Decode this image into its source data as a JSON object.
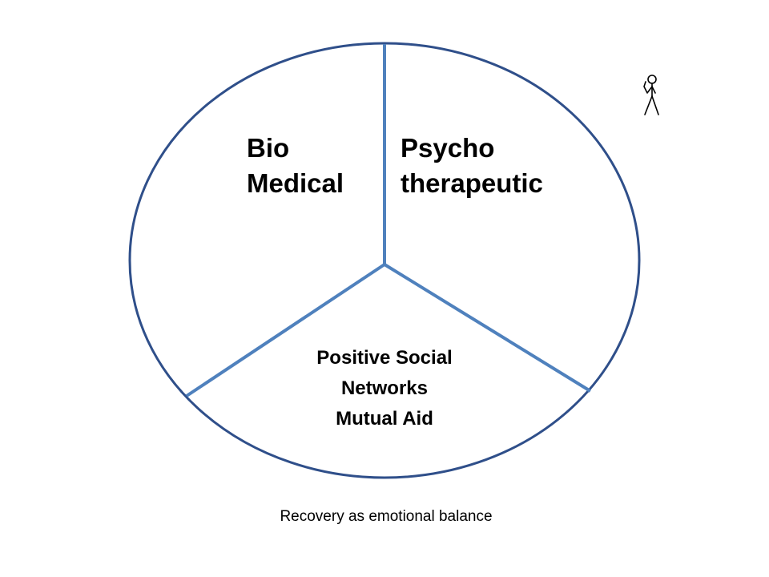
{
  "diagram": {
    "segments": {
      "bio": {
        "line1": "Bio",
        "line2": "Medical"
      },
      "psycho": {
        "line1": "Psycho",
        "line2": "therapeutic"
      },
      "social": {
        "line1": "Positive Social",
        "line2": "Networks",
        "line3": "Mutual Aid"
      }
    },
    "caption": "Recovery as emotional balance",
    "colors": {
      "circle_outline": "#2F4F8A",
      "divider_lines": "#4F81BD",
      "stick_figure": "#000000",
      "text": "#000000",
      "background": "#FFFFFF"
    },
    "icons": {
      "figure": "stick-figure-icon"
    }
  }
}
